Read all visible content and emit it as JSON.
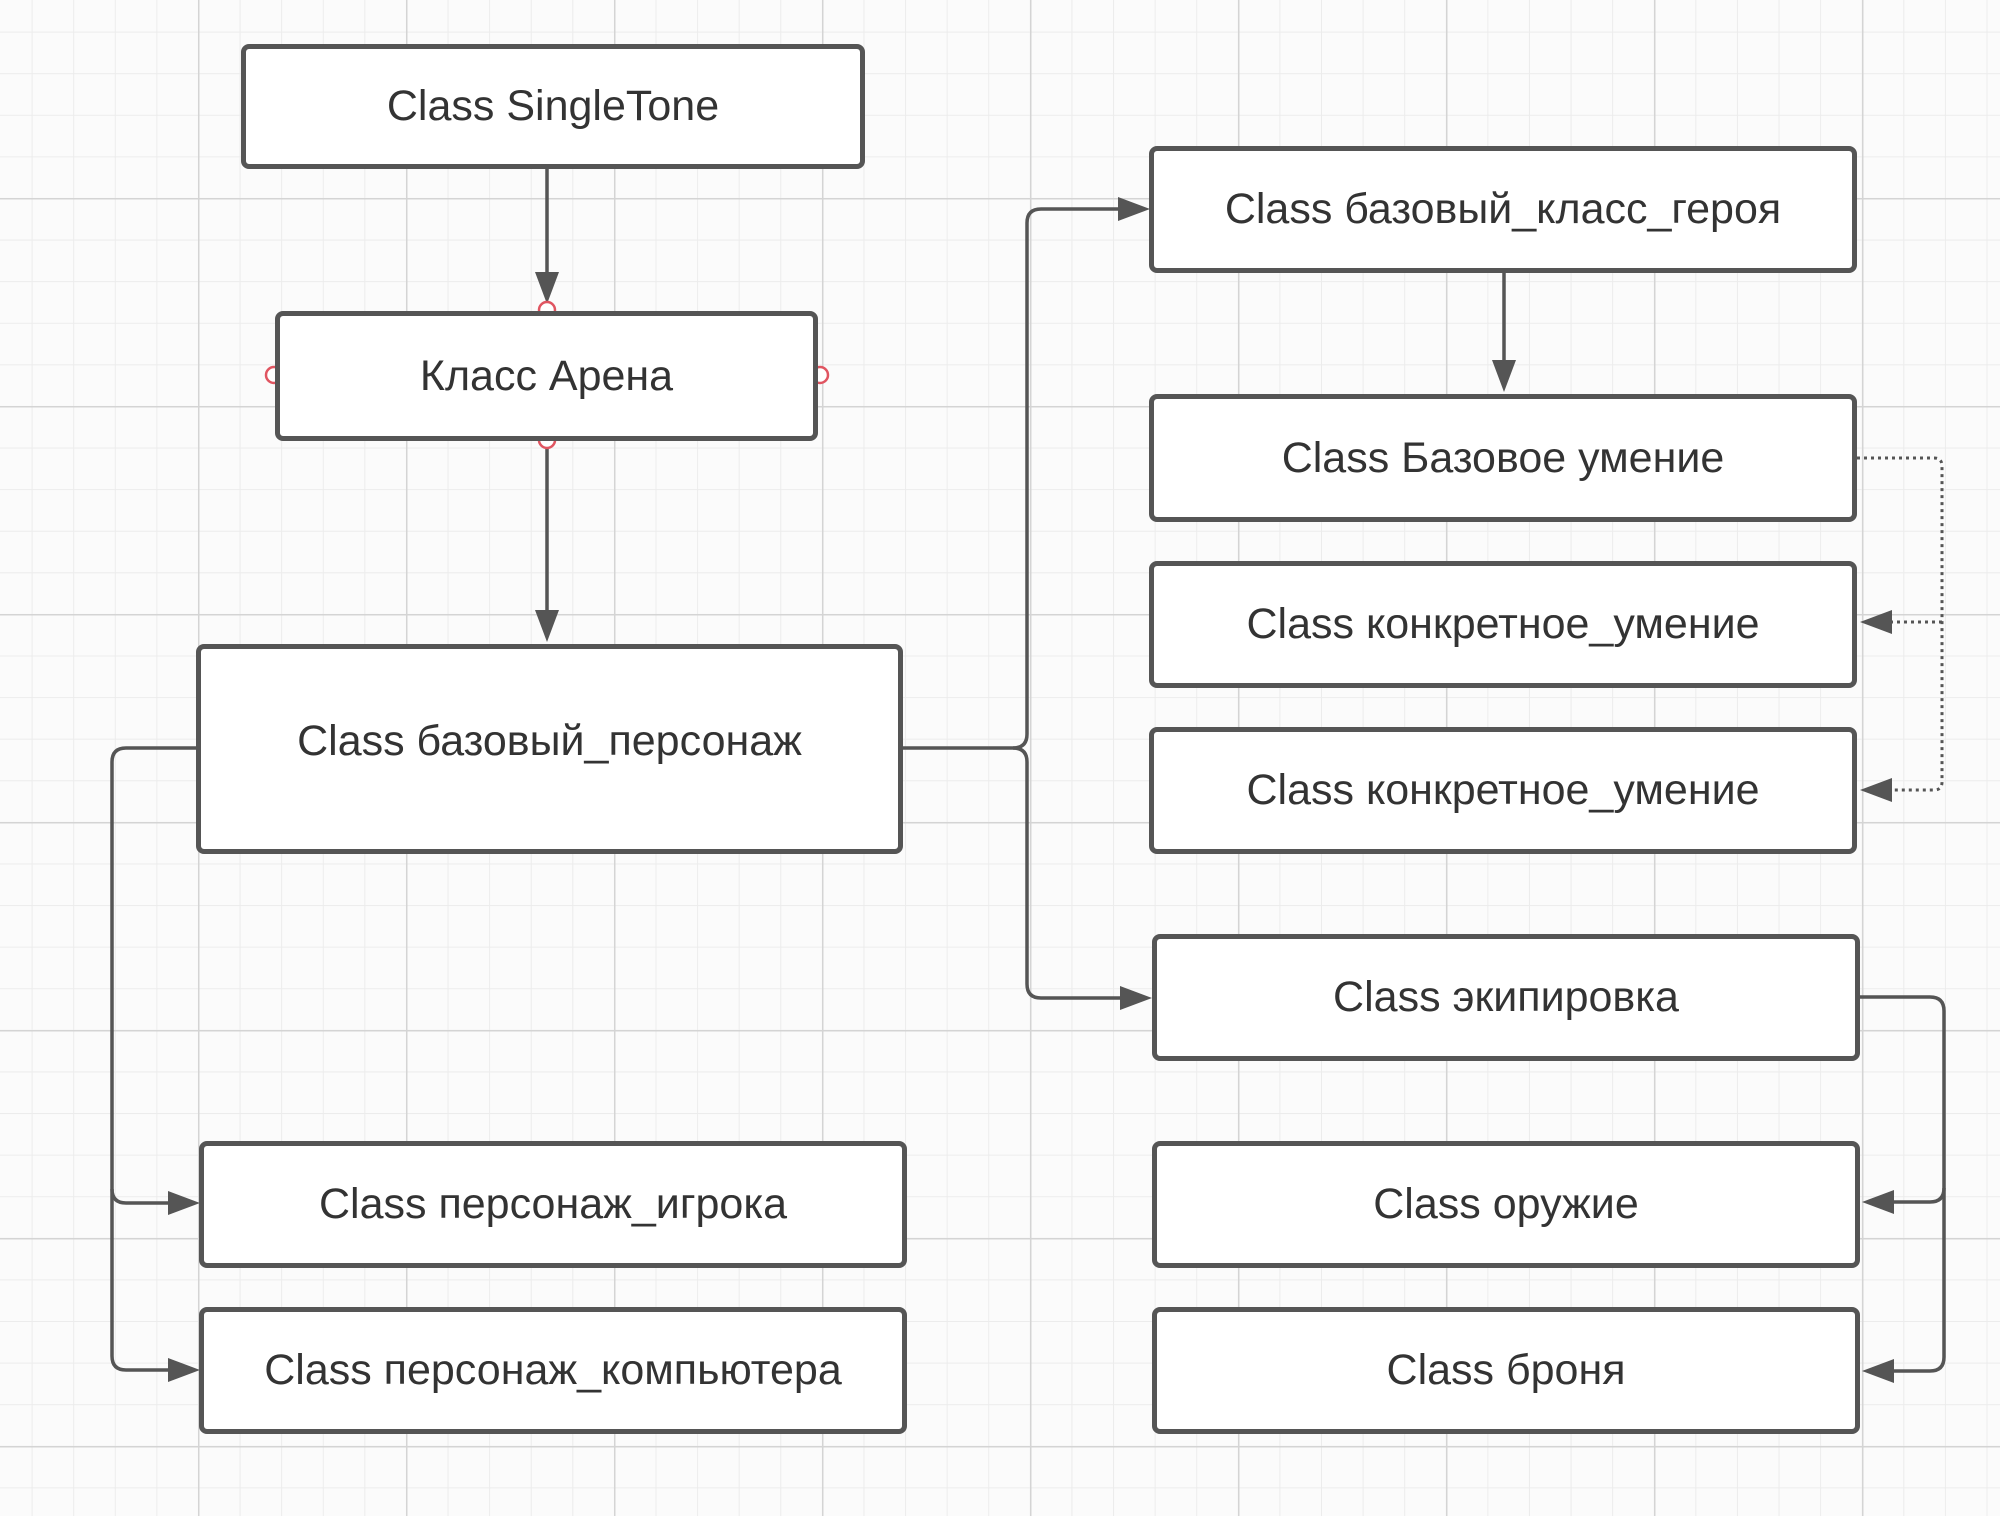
{
  "diagram": {
    "nodes": {
      "singletone": "Class SingleTone",
      "arena": "Класс Арена",
      "base_character": "Class базовый_персонаж",
      "base_hero_class": "Class базовый_класс_героя",
      "base_skill": "Class Базовое умение",
      "concrete_skill_1": "Class конкретное_умение",
      "concrete_skill_2": "Class конкретное_умение",
      "equipment": "Class экипировка",
      "player_character": "Class персонаж_игрока",
      "computer_character": "Class персонаж_компьютера",
      "weapon": "Class оружие",
      "armor": "Class броня"
    },
    "colors": {
      "line": "#555555",
      "border": "#555555",
      "text": "#333333",
      "selection_handle": "#e05561"
    }
  }
}
